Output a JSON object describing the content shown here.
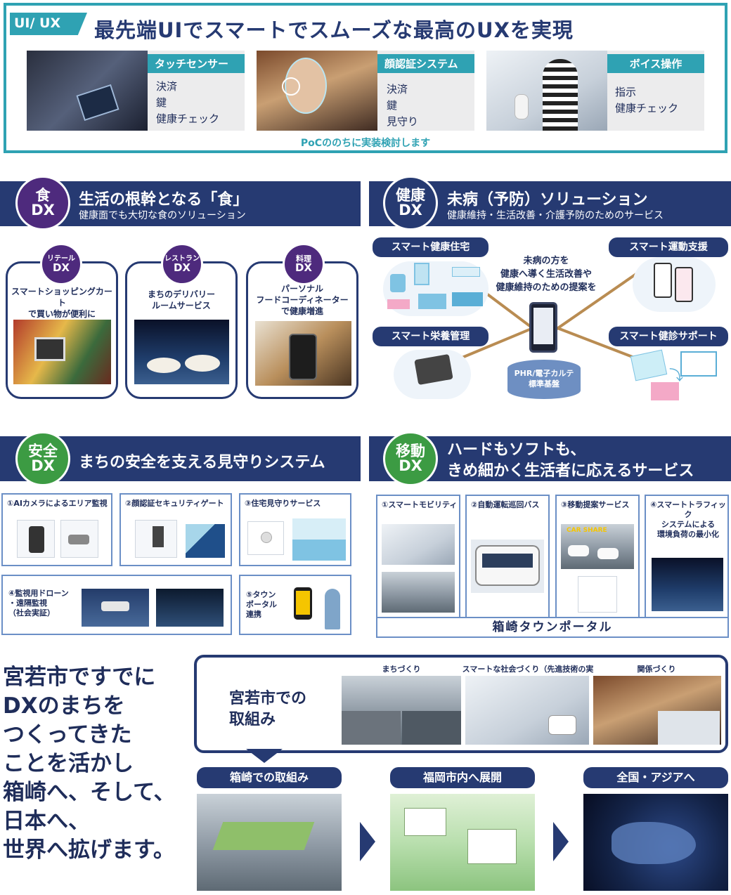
{
  "uiux": {
    "tag": "UI/ UX",
    "title": "最先端UIでスマートでスムーズな最高のUXを実現",
    "panels": [
      {
        "label": "タッチセンサー",
        "items": [
          "決済",
          "鍵",
          "健康チェック"
        ]
      },
      {
        "label": "顔認証システム",
        "items": [
          "決済",
          "鍵",
          "見守り"
        ]
      },
      {
        "label": "ボイス操作",
        "items": [
          "指示",
          "健康チェック"
        ]
      }
    ],
    "footer": "PoCののちに実装検討します"
  },
  "food": {
    "badge_line1": "食",
    "badge_line2": "DX",
    "title": "生活の根幹となる「食」",
    "subtitle": "健康面でも大切な食のソリューション",
    "cards": [
      {
        "badge1": "リテール",
        "badge2": "DX",
        "text1": "スマートショッピングカート",
        "text2": "で買い物が便利に",
        "text3": ""
      },
      {
        "badge1": "レストラン",
        "badge2": "DX",
        "text1": "まちのデリバリー",
        "text2": "ルームサービス",
        "text3": ""
      },
      {
        "badge1": "料理",
        "badge2": "DX",
        "text1": "パーソナル",
        "text2": "フードコーディネーター",
        "text3": "で健康増進"
      }
    ]
  },
  "health": {
    "badge_line1": "健康",
    "badge_line2": "DX",
    "title": "未病（予防）ソリューション",
    "subtitle": "健康維持・生活改善・介護予防のためのサービス",
    "labels": [
      "スマート健康住宅",
      "スマート運動支援",
      "スマート栄養管理",
      "スマート健診サポート"
    ],
    "center1": "未病の方を",
    "center2": "健康へ導く生活改善や",
    "center3": "健康維持のための提案を",
    "phr1": "PHR/電子カルテ",
    "phr2": "標準基盤"
  },
  "safety": {
    "badge_line1": "安全",
    "badge_line2": "DX",
    "title": "まちの安全を支える見守りシステム",
    "items": [
      "①AIカメラによるエリア監視",
      "②顔認証セキュリティゲート",
      "③住宅見守りサービス"
    ],
    "drone1": "④監視用ドローン",
    "drone2": "・遠隔監視",
    "drone3": "（社会実証）",
    "portal1": "⑤タウン",
    "portal2": "ポータル",
    "portal3": "連携"
  },
  "mobility": {
    "badge_line1": "移動",
    "badge_line2": "DX",
    "title1": "ハードもソフトも、",
    "title2": "きめ細かく生活者に応えるサービス",
    "items": [
      "①スマートモビリティ",
      "②自動運転巡回バス",
      "③移動提案サービス"
    ],
    "traffic1": "④スマートトラフィック",
    "traffic2": "システムによる",
    "traffic3": "環境負荷の最小化",
    "portal": "箱崎タウンポータル",
    "carshare": "CAR SHARE"
  },
  "bottom": {
    "lines": [
      "宮若市ですでに",
      "DXのまちを",
      "つくってきた",
      "ことを活かし",
      "箱崎へ、そして、",
      "日本へ、",
      "世界へ拡げます。"
    ],
    "miyawaka1": "宮若市での",
    "miyawaka2": "取組み",
    "photo_labels": [
      "まちづくり",
      "スマートな社会づくり（先進技術の実装）",
      "関係づくり"
    ],
    "steps": [
      "箱崎での取組み",
      "福岡市内へ展開",
      "全国・アジアへ"
    ]
  }
}
